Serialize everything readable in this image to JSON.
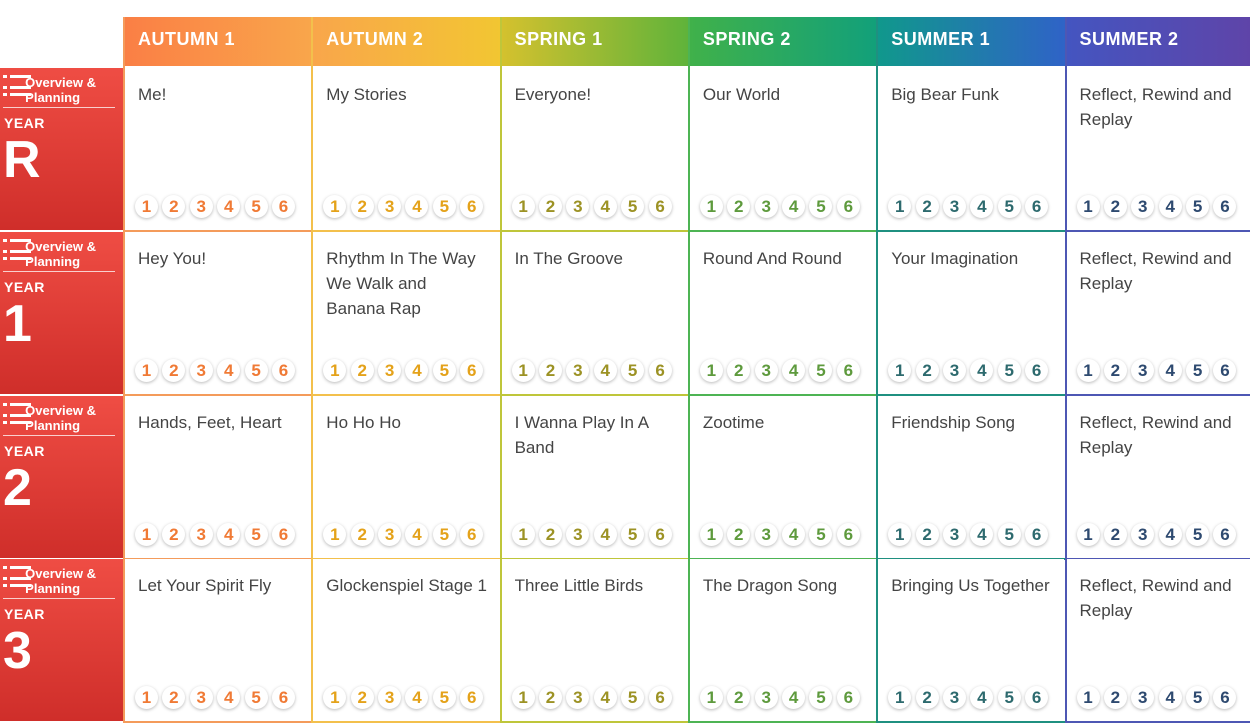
{
  "terms": [
    {
      "label": "AUTUMN 1",
      "gradient": [
        "#fa7f45",
        "#f9a64b"
      ],
      "line_color": "#f49b5b",
      "num_color": "#f07a35"
    },
    {
      "label": "AUTUMN 2",
      "gradient": [
        "#f9a64b",
        "#f2c632"
      ],
      "line_color": "#f3c04c",
      "num_color": "#e4a21a"
    },
    {
      "label": "SPRING 1",
      "gradient": [
        "#d4c12e",
        "#5fb33a"
      ],
      "line_color": "#bfc63a",
      "num_color": "#9c9224"
    },
    {
      "label": "SPRING 2",
      "gradient": [
        "#40b14a",
        "#12a07a"
      ],
      "line_color": "#4db454",
      "num_color": "#5e9a3d"
    },
    {
      "label": "SUMMER 1",
      "gradient": [
        "#10988c",
        "#2f63c7"
      ],
      "line_color": "#1f9080",
      "num_color": "#2d6a6e"
    },
    {
      "label": "SUMMER 2",
      "gradient": [
        "#4455c0",
        "#5f44a8"
      ],
      "line_color": "#4e57b4",
      "num_color": "#2e4a70"
    }
  ],
  "overview_label": "Overview & Planning",
  "year_prefix": "YEAR",
  "years": [
    {
      "year": "R",
      "units": [
        "Me!",
        "My Stories",
        "Everyone!",
        "Our World",
        "Big Bear Funk",
        "Reflect, Rewind and Replay"
      ]
    },
    {
      "year": "1",
      "units": [
        "Hey You!",
        "Rhythm In The Way We Walk and Banana Rap",
        "In The Groove",
        "Round And Round",
        "Your Imagination",
        "Reflect, Rewind and Replay"
      ]
    },
    {
      "year": "2",
      "units": [
        "Hands, Feet, Heart",
        "Ho Ho Ho",
        "I Wanna Play In A Band",
        "Zootime",
        "Friendship Song",
        "Reflect, Rewind and Replay"
      ]
    },
    {
      "year": "3",
      "units": [
        "Let Your Spirit Fly",
        "Glockenspiel Stage 1",
        "Three Little Birds",
        "The Dragon Song",
        "Bringing Us Together",
        "Reflect, Rewind and Replay"
      ]
    }
  ],
  "steps": [
    "1",
    "2",
    "3",
    "4",
    "5",
    "6"
  ],
  "colors": {
    "sidebar_top": "#ef4d44",
    "sidebar_bottom": "#cf2e2a",
    "title_text": "#444444"
  },
  "icons": {
    "overview": "list-icon"
  }
}
